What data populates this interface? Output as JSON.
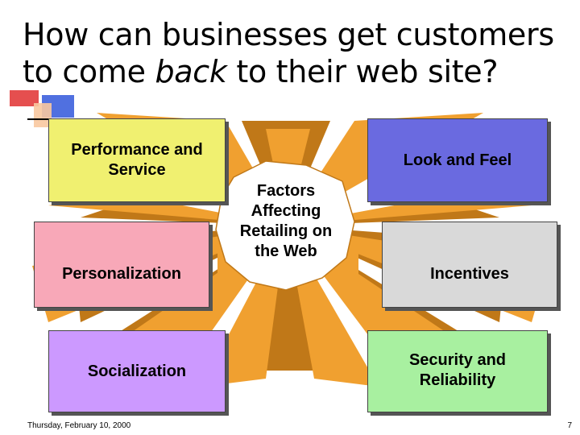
{
  "slide": {
    "title_lines": {
      "line1": "How can businesses get customers",
      "line2_pre": "to come ",
      "line2_em": "back",
      "line2_post": " to their web site?"
    },
    "center_label": [
      "Factors",
      "Affecting",
      "Retailing on",
      "the Web"
    ],
    "boxes": {
      "performance": {
        "lines": [
          "Performance and",
          "Service"
        ],
        "color": "#f0f070"
      },
      "look_feel": {
        "lines": [
          "Look and Feel"
        ],
        "color": "#6a6ae0"
      },
      "personalization": {
        "lines": [
          "Personalization"
        ],
        "color": "#f8a8b8"
      },
      "incentives": {
        "lines": [
          "Incentives"
        ],
        "color": "#d9d9d9"
      },
      "socialization": {
        "lines": [
          "Socialization"
        ],
        "color": "#cc99ff"
      },
      "security": {
        "lines": [
          "Security and",
          "Reliability"
        ],
        "color": "#a8f0a0"
      }
    },
    "footer": {
      "date": "Thursday, February 10, 2000",
      "page": "7"
    },
    "colors": {
      "star": "#f0a030",
      "star_dark": "#c07818",
      "accent_red": "#e03030",
      "accent_blue": "#5070e0"
    }
  }
}
